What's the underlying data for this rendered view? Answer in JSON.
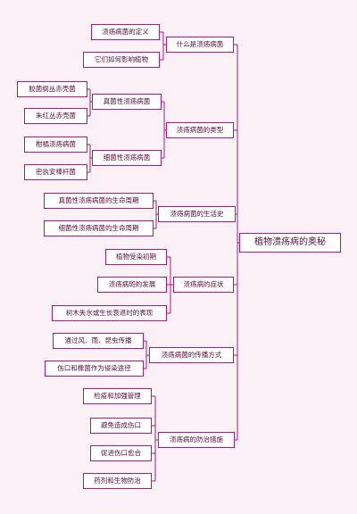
{
  "theme": {
    "line_color": "#b0177f",
    "border_color": "#b0177f",
    "background": "#fdf1f8"
  },
  "root": {
    "label": "植物溃疡病的奥秘"
  },
  "branches": [
    {
      "label": "什么是溃疡病菌",
      "children": [
        {
          "label": "溃疡病菌的定义"
        },
        {
          "label": "它们如何影响植物"
        }
      ]
    },
    {
      "label": "溃疡病菌的类型",
      "children": [
        {
          "label": "真菌性溃疡病菌",
          "children": [
            {
              "label": "胶菌纲丛赤壳菌"
            },
            {
              "label": "朱红丛赤壳菌"
            }
          ]
        },
        {
          "label": "细菌性溃疡病菌",
          "children": [
            {
              "label": "柑橘溃疡病菌"
            },
            {
              "label": "密执安棒杆菌"
            }
          ]
        }
      ]
    },
    {
      "label": "溃疡病菌的生活史",
      "children": [
        {
          "label": "真菌性溃疡病菌的生命周期"
        },
        {
          "label": "细菌性溃疡病菌的生命周期"
        }
      ]
    },
    {
      "label": "溃疡病的症状",
      "children": [
        {
          "label": "植物受染初期"
        },
        {
          "label": "溃疡病斑的发展"
        },
        {
          "label": "树木失水或生长衰退时的表现"
        }
      ]
    },
    {
      "label": "溃疡病菌的传播方式",
      "children": [
        {
          "label": "通过风、雨、昆虫传播"
        },
        {
          "label": "伤口和橡菌作为侵染途径"
        }
      ]
    },
    {
      "label": "溃疡病的防治措施",
      "children": [
        {
          "label": "检疫和加强管理"
        },
        {
          "label": "避免造成伤口"
        },
        {
          "label": "促进伤口愈合"
        },
        {
          "label": "药剂和生物防治"
        }
      ]
    }
  ]
}
